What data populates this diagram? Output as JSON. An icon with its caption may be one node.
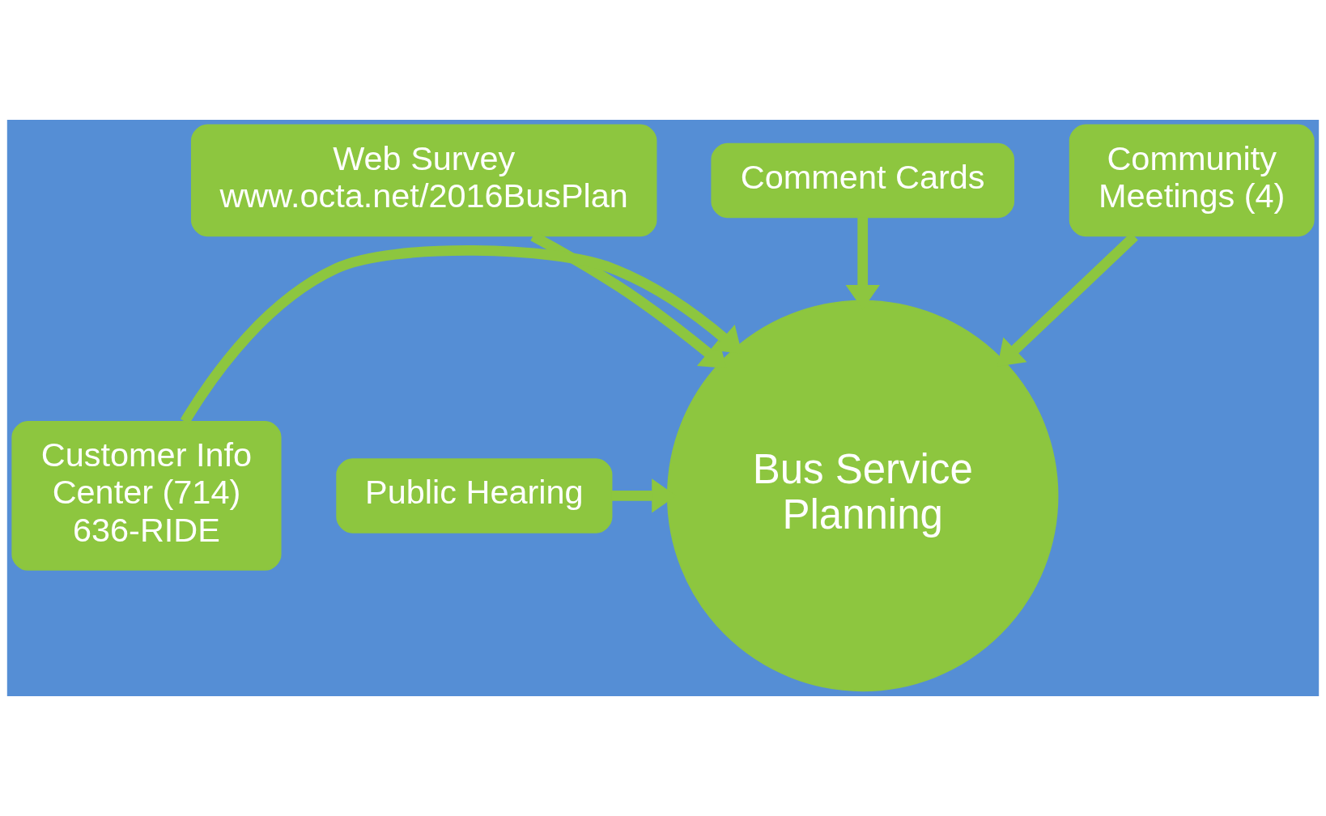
{
  "diagram": {
    "nodes": [
      {
        "text": [
          "Web Survey",
          "www.octa.net/2016BusPlan"
        ]
      },
      {
        "text": [
          "Comment Cards"
        ]
      },
      {
        "text": [
          "Community Meetings (4)"
        ]
      },
      {
        "text": [
          "Bus Service Planning"
        ]
      },
      {
        "text": [
          "Customer Info Center (714) 636-RIDE"
        ]
      },
      {
        "text": [
          "Public Hearing"
        ]
      }
    ],
    "edges": [
      {
        "from": 0,
        "to": 3,
        "arrow": "to"
      },
      {
        "from": 1,
        "to": 3,
        "arrow": "to"
      },
      {
        "from": 2,
        "to": 3,
        "arrow": "to"
      },
      {
        "from": 4,
        "to": 3,
        "arrow": "to"
      },
      {
        "from": 5,
        "to": 3,
        "arrow": "to"
      }
    ]
  }
}
